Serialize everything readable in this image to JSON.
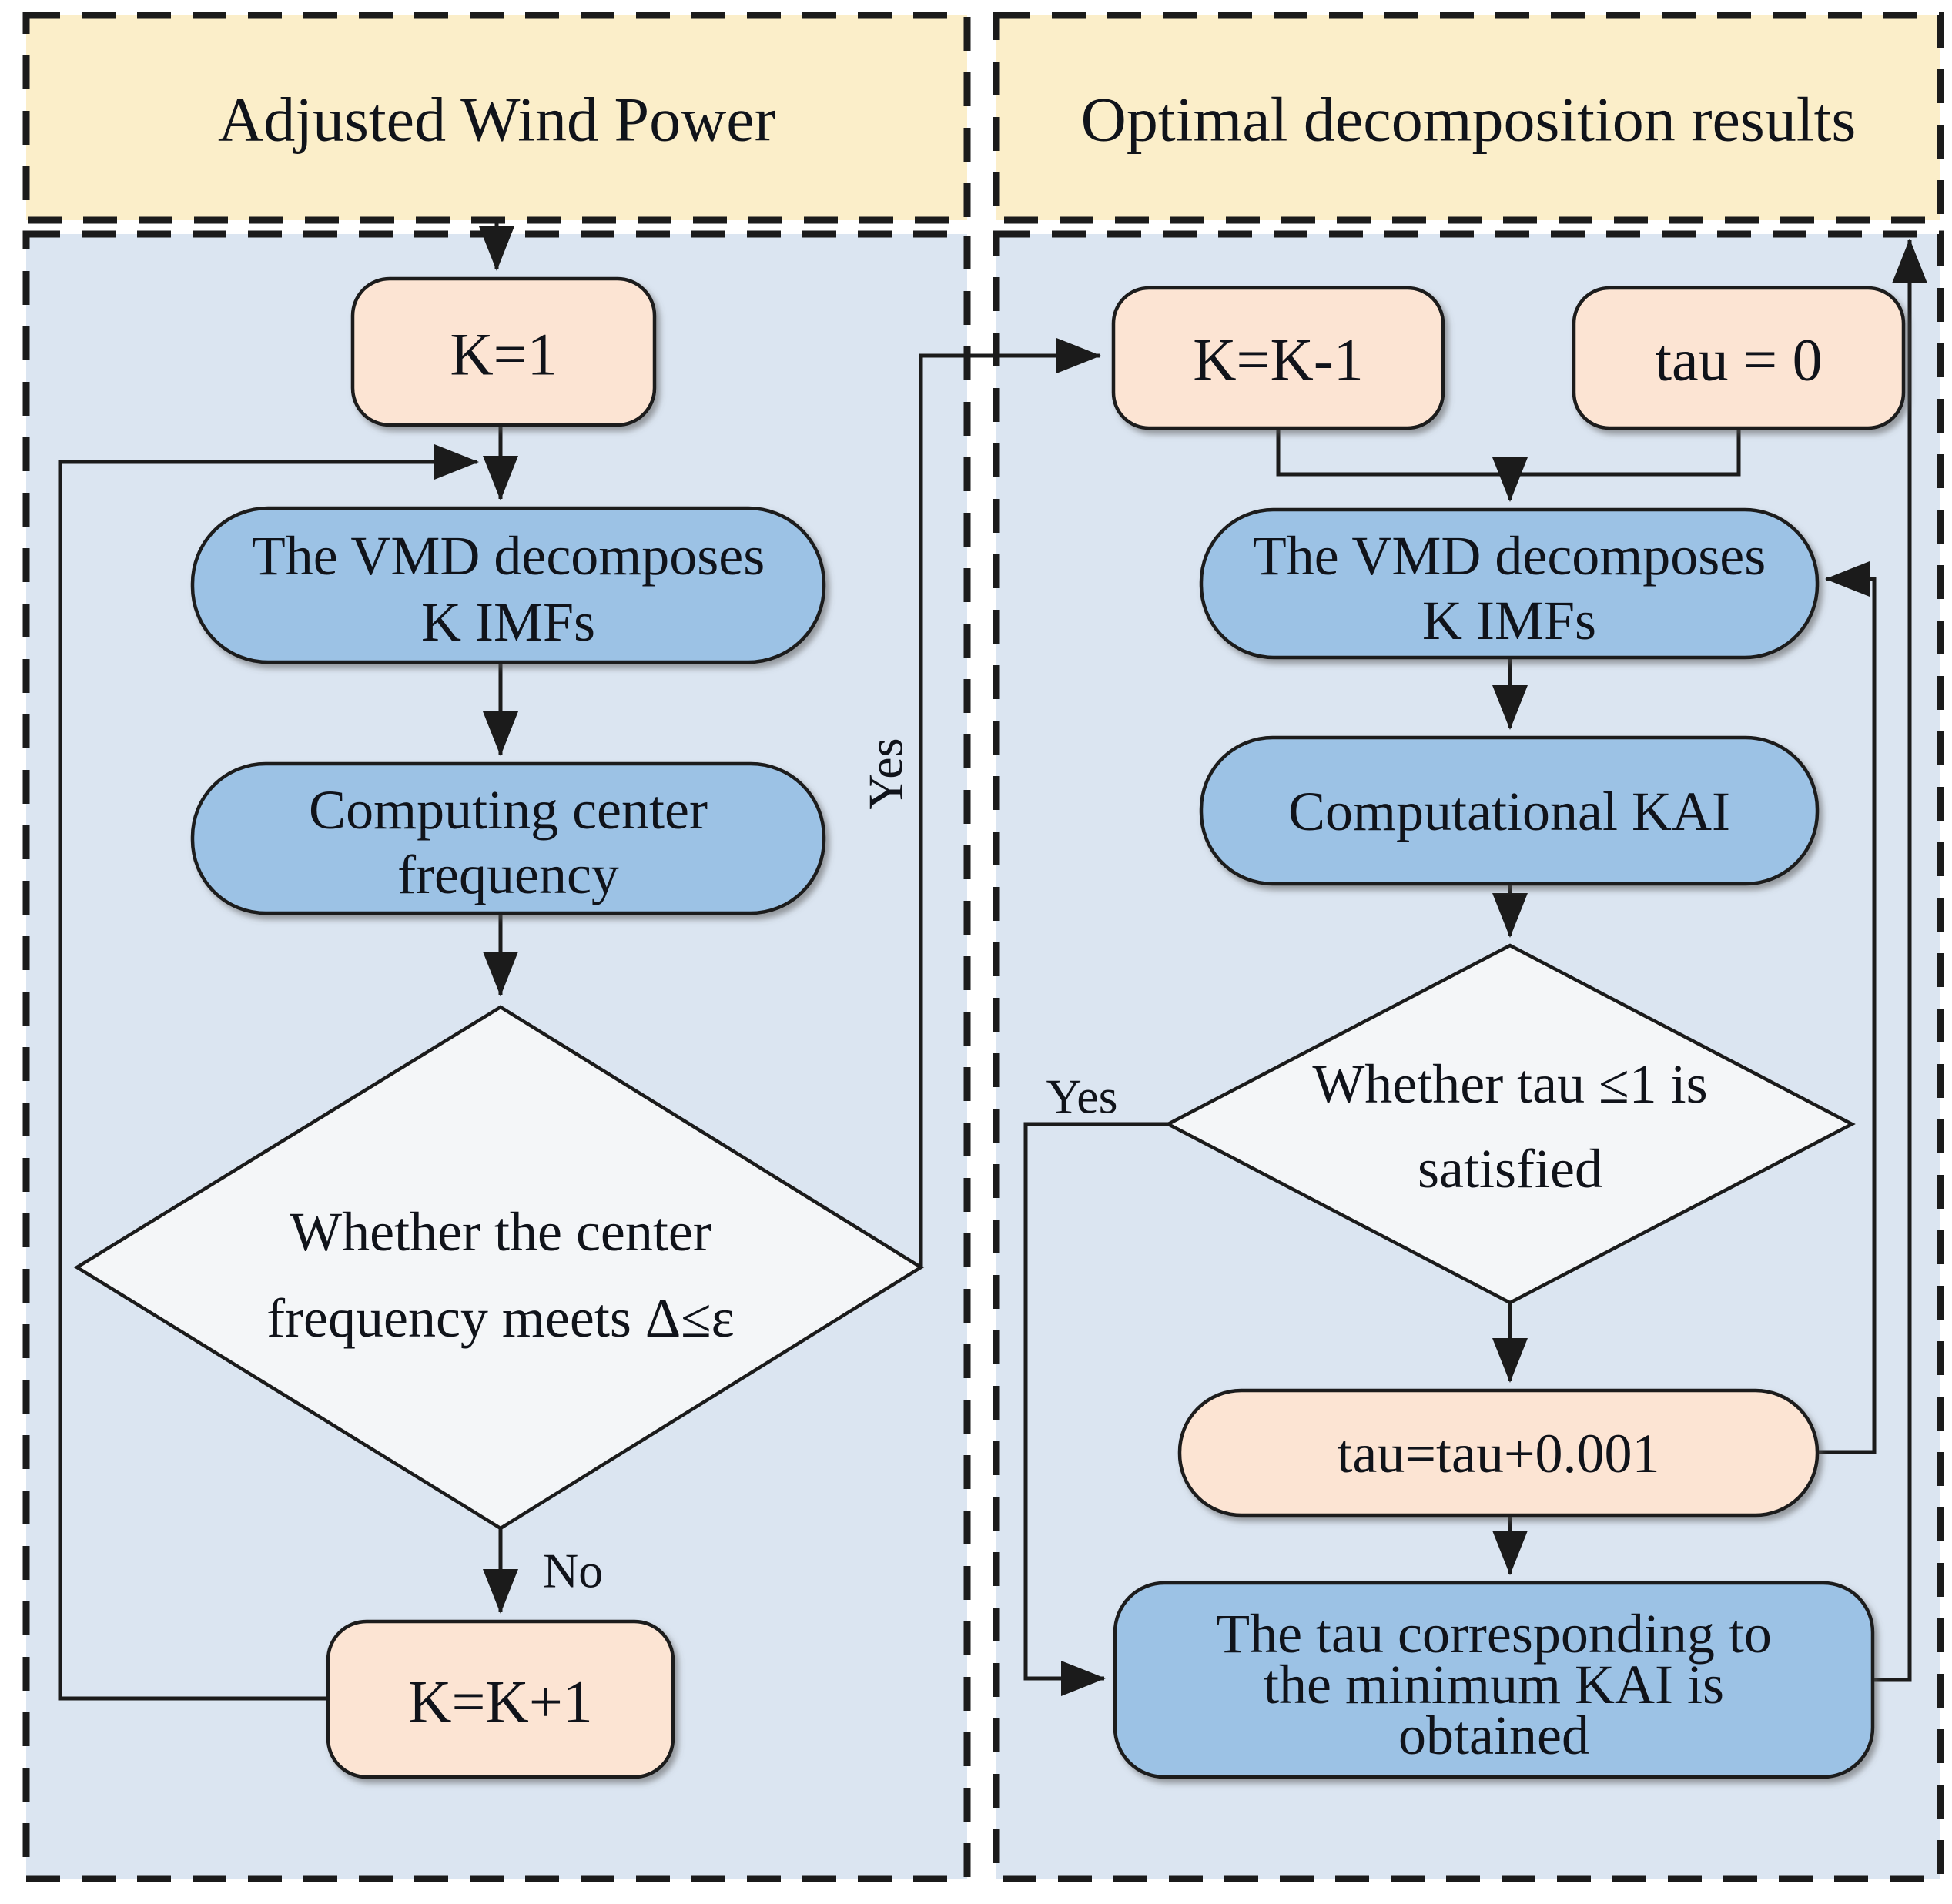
{
  "left_panel": {
    "header": "Adjusted Wind Power",
    "nodes": {
      "k1": "K=1",
      "vmd_line1": "The VMD decomposes",
      "vmd_line2": "K IMFs",
      "ccf_line1": "Computing center",
      "ccf_line2": "frequency",
      "decision_line1": "Whether the center",
      "decision_line2": "frequency meets Δ≤ε",
      "k_plus_1": "K=K+1"
    },
    "labels": {
      "no": "No",
      "yes": "Yes"
    }
  },
  "right_panel": {
    "header": "Optimal decomposition results",
    "nodes": {
      "k_minus_1": "K=K-1",
      "tau_zero": "tau = 0",
      "vmd_line1": "The VMD decomposes",
      "vmd_line2": "K IMFs",
      "kai": "Computational KAI",
      "decision_line1": "Whether tau ≤1 is",
      "decision_line2": "satisfied",
      "tau_increment": "tau=tau+0.001",
      "result_line1": "The tau corresponding to",
      "result_line2": "the minimum KAI is",
      "result_line3": "obtained"
    },
    "labels": {
      "yes": "Yes"
    }
  },
  "colors": {
    "panel_bg": "#dbe5f1",
    "header_bg": "#fbeec9",
    "process_blue": "#9cc2e5",
    "terminal_peach": "#fce4d3",
    "decision_fill": "#f4f6f8",
    "line": "#1b1b1b"
  }
}
